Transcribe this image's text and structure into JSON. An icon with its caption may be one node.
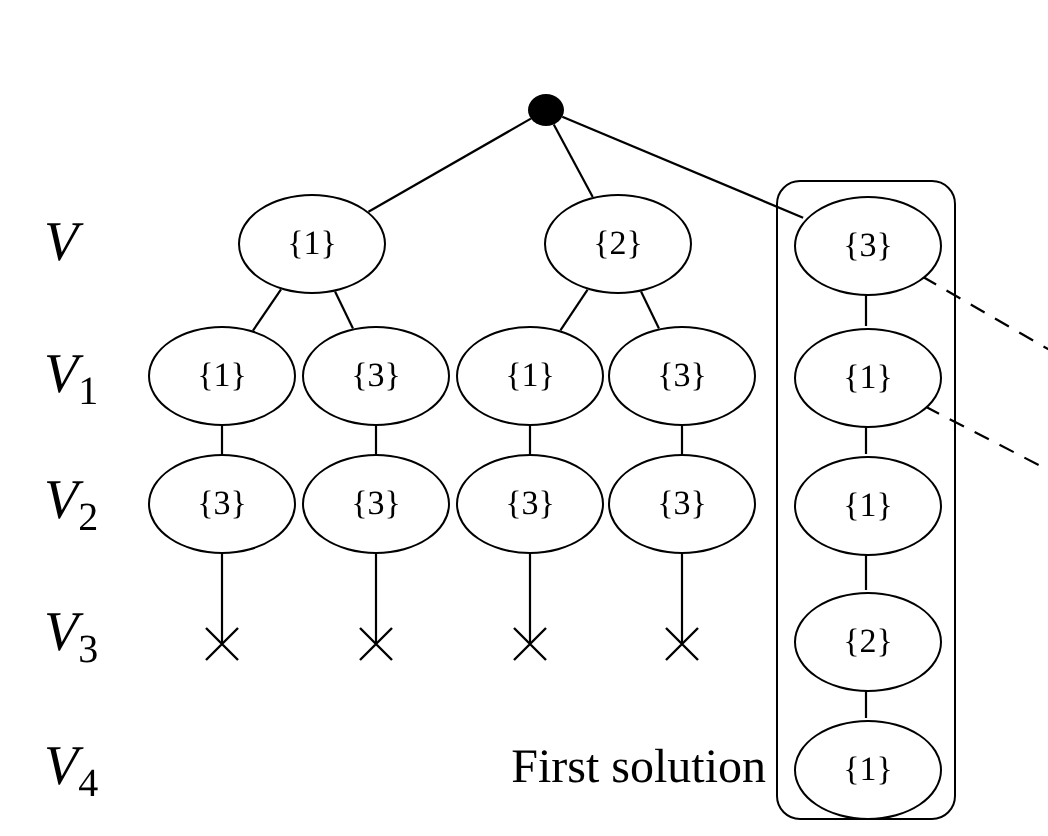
{
  "diagram": {
    "nodes": [
      {
        "text": [],
        "shape": "circle"
      },
      {
        "text": [
          "{1}"
        ]
      },
      {
        "text": [
          "{2}"
        ]
      },
      {
        "text": [],
        "shape": "box",
        "beside": [
          "First solution"
        ]
      },
      {
        "text": [
          "{3}"
        ],
        "in": 3
      },
      {
        "text": [
          "{1}"
        ]
      },
      {
        "text": [
          "{3}"
        ]
      },
      {
        "text": [
          "{1}"
        ]
      },
      {
        "text": [
          "{3}"
        ]
      },
      {
        "text": [
          "{1}"
        ],
        "in": 3
      },
      {
        "text": [
          "{3}"
        ]
      },
      {
        "text": [
          "{3}"
        ]
      },
      {
        "text": [
          "{3}"
        ]
      },
      {
        "text": [
          "{3}"
        ]
      },
      {
        "text": [
          "{1}"
        ],
        "in": 3
      },
      {
        "text": [],
        "shape": "cross"
      },
      {
        "text": [],
        "shape": "cross"
      },
      {
        "text": [],
        "shape": "cross"
      },
      {
        "text": [],
        "shape": "cross"
      },
      {
        "text": [
          "{2}"
        ],
        "in": 3
      },
      {
        "text": [
          "{1}"
        ],
        "in": 3
      }
    ],
    "edges": [
      {
        "from": 0,
        "to": 1,
        "arrow": "none"
      },
      {
        "from": 0,
        "to": 2,
        "arrow": "none"
      },
      {
        "from": 0,
        "to": 4,
        "arrow": "none"
      },
      {
        "from": 1,
        "to": 5,
        "arrow": "none"
      },
      {
        "from": 1,
        "to": 6,
        "arrow": "none"
      },
      {
        "from": 2,
        "to": 7,
        "arrow": "none"
      },
      {
        "from": 2,
        "to": 8,
        "arrow": "none"
      },
      {
        "from": 4,
        "to": 9,
        "arrow": "none"
      },
      {
        "from": 5,
        "to": 10,
        "arrow": "none"
      },
      {
        "from": 6,
        "to": 11,
        "arrow": "none"
      },
      {
        "from": 7,
        "to": 12,
        "arrow": "none"
      },
      {
        "from": 8,
        "to": 13,
        "arrow": "none"
      },
      {
        "from": 9,
        "to": 14,
        "arrow": "none"
      },
      {
        "from": 10,
        "to": 15,
        "arrow": "none"
      },
      {
        "from": 11,
        "to": 16,
        "arrow": "none"
      },
      {
        "from": 12,
        "to": 17,
        "arrow": "none"
      },
      {
        "from": 13,
        "to": 18,
        "arrow": "none"
      },
      {
        "from": 14,
        "to": 19,
        "arrow": "none"
      },
      {
        "from": 19,
        "to": 20,
        "arrow": "none"
      },
      {
        "from": 4,
        "to": null,
        "arrow": "none",
        "style": "dashed"
      },
      {
        "from": 9,
        "to": null,
        "arrow": "none",
        "style": "dashed"
      }
    ],
    "labels": [
      "V",
      "V$_{1}$",
      "V$_{2}$",
      "V$_{3}$",
      "V$_{4}$"
    ]
  }
}
